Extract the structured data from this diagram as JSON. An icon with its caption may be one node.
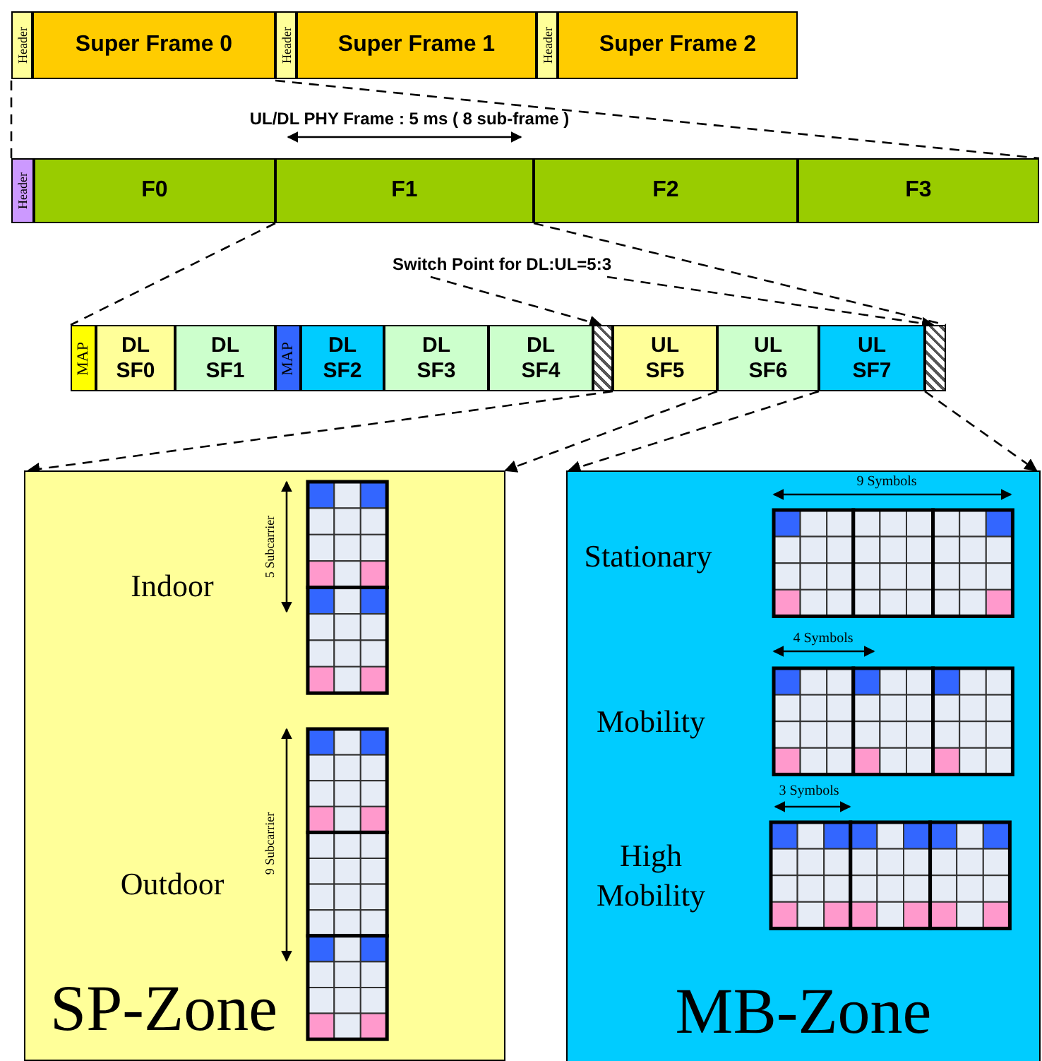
{
  "diagram": {
    "nodes": [
      {
        "text": [
          "Header"
        ]
      },
      {
        "text": [
          "Super Frame 0"
        ]
      },
      {
        "text": [
          "Header"
        ]
      },
      {
        "text": [
          "Super Frame 1"
        ]
      },
      {
        "text": [
          "Header"
        ]
      },
      {
        "text": [
          "Super Frame 2"
        ]
      },
      {
        "text": [
          "Header"
        ]
      },
      {
        "text": [
          "F0"
        ]
      },
      {
        "text": [
          "F1"
        ]
      },
      {
        "text": [
          "F2"
        ]
      },
      {
        "text": [
          "F3"
        ]
      },
      {
        "text": [
          "MAP"
        ]
      },
      {
        "text": [
          "DL SF0"
        ]
      },
      {
        "text": [
          "DL SF1"
        ]
      },
      {
        "text": [
          "MAP"
        ]
      },
      {
        "text": [
          "DL SF2"
        ]
      },
      {
        "text": [
          "DL SF3"
        ]
      },
      {
        "text": [
          "DL SF4"
        ]
      },
      {
        "text": [],
        "shape": "bar"
      },
      {
        "text": [
          "UL SF5"
        ]
      },
      {
        "text": [
          "UL SF6"
        ]
      },
      {
        "text": [
          "UL SF7"
        ]
      },
      {
        "text": [],
        "shape": "bar"
      },
      {
        "text": [
          "Switch Point for DL:UL=5:3"
        ]
      },
      {
        "text": [
          "SP-Zone"
        ]
      },
      {
        "text": [
          "MB-Zone"
        ]
      }
    ],
    "edges": [
      {
        "from": 0,
        "to": 6,
        "arrow": "none",
        "style": "dashed"
      },
      {
        "from": 1,
        "to": 10,
        "arrow": "none",
        "style": "dashed"
      },
      {
        "from": 8,
        "to": 11,
        "arrow": "none",
        "style": "dashed"
      },
      {
        "from": 8,
        "to": 22,
        "arrow": "none",
        "style": "dashed"
      },
      {
        "from": 23,
        "to": 18,
        "arrow": "to",
        "style": "dashed"
      },
      {
        "from": 23,
        "to": 22,
        "arrow": "to",
        "style": "dashed"
      },
      {
        "from": 18,
        "to": 24,
        "arrow": "to",
        "style": "dashed"
      },
      {
        "from": 19,
        "to": 24,
        "arrow": "to",
        "style": "dashed"
      },
      {
        "from": 21,
        "to": 25,
        "arrow": "to",
        "style": "dashed"
      },
      {
        "from": 21,
        "to": 25,
        "arrow": "to",
        "style": "dashed"
      }
    ],
    "labels": [
      "UL/DL PHY Frame : 5 ms ( 8 sub-frame )",
      "5 Subcarrier",
      "Indoor",
      "9 Symbols",
      "Stationary",
      "4 Symbols",
      "Mobility",
      "9 Subcarrier",
      "3 Symbols",
      "High Mobility",
      "Outdoor"
    ]
  }
}
